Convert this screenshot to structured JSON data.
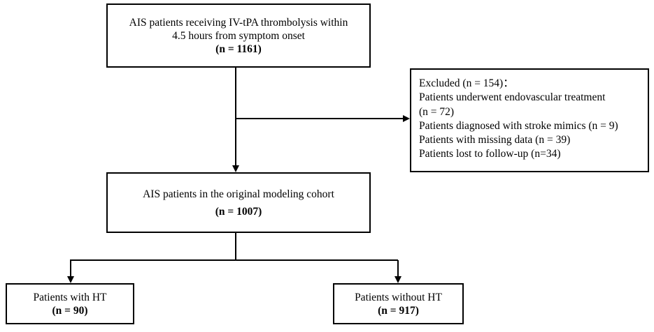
{
  "boxes": {
    "top": {
      "line1": "AIS patients receiving IV-tPA thrombolysis within",
      "line2": "4.5 hours from symptom onset",
      "count": "(n = 1161)"
    },
    "excluded": {
      "title": "Excluded (n = 154)：",
      "lines": [
        "Patients underwent endovascular treatment",
        "(n = 72)",
        "Patients diagnosed with stroke mimics (n = 9)",
        "Patients with missing data (n = 39)",
        "Patients lost to follow-up (n=34)"
      ]
    },
    "cohort": {
      "line1": "AIS patients in the original modeling cohort",
      "count": "(n = 1007)"
    },
    "with_ht": {
      "line1": "Patients with HT",
      "count": "(n = 90)"
    },
    "without_ht": {
      "line1": "Patients without HT",
      "count": "(n = 917)"
    }
  }
}
